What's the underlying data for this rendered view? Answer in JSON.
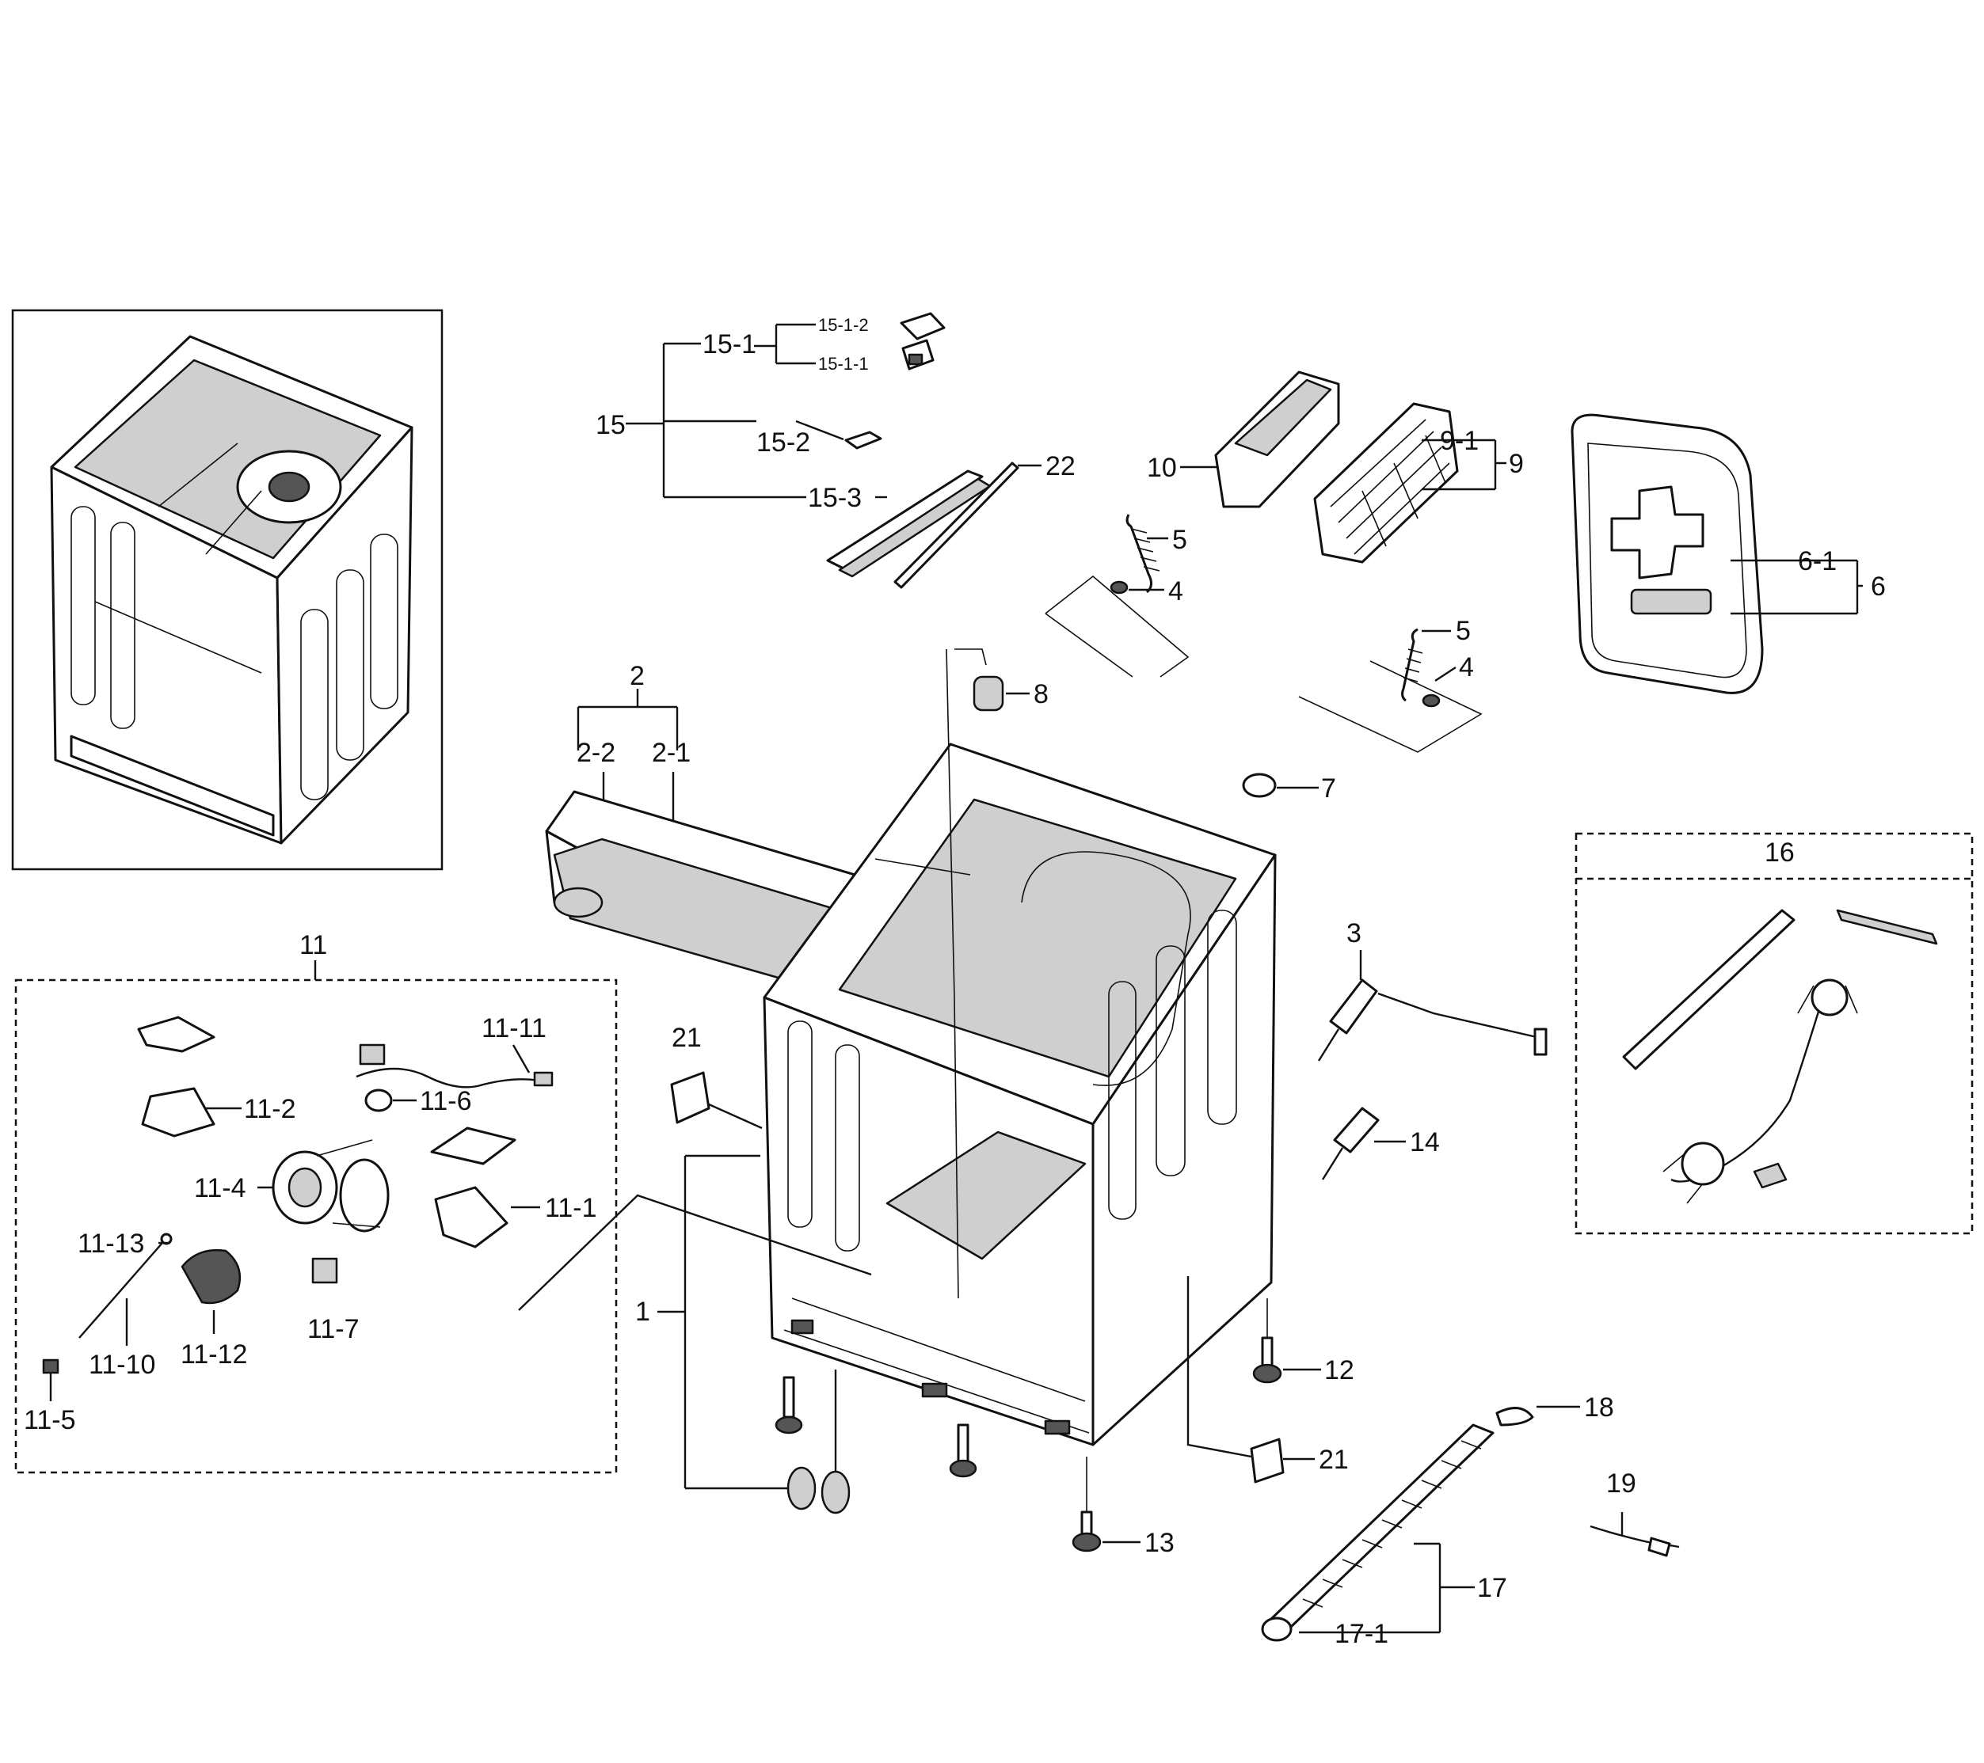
{
  "diagram": {
    "callouts": {
      "c1": "1",
      "c2": "2",
      "c2_1": "2-1",
      "c2_2": "2-2",
      "c3": "3",
      "c4a": "4",
      "c4b": "4",
      "c5a": "5",
      "c5b": "5",
      "c6": "6",
      "c6_1": "6-1",
      "c7": "7",
      "c8": "8",
      "c9": "9",
      "c9_1": "9-1",
      "c10": "10",
      "c11": "11",
      "c11_1": "11-1",
      "c11_2": "11-2",
      "c11_4": "11-4",
      "c11_5": "11-5",
      "c11_6": "11-6",
      "c11_7": "11-7",
      "c11_10": "11-10",
      "c11_11": "11-11",
      "c11_12": "11-12",
      "c11_13": "11-13",
      "c12": "12",
      "c13": "13",
      "c14": "14",
      "c15": "15",
      "c15_1": "15-1",
      "c15_1_1": "15-1-1",
      "c15_1_2": "15-1-2",
      "c15_2": "15-2",
      "c15_3": "15-3",
      "c16": "16",
      "c17": "17",
      "c17_1": "17-1",
      "c18": "18",
      "c19": "19",
      "c21a": "21",
      "c21b": "21",
      "c22": "22"
    }
  }
}
